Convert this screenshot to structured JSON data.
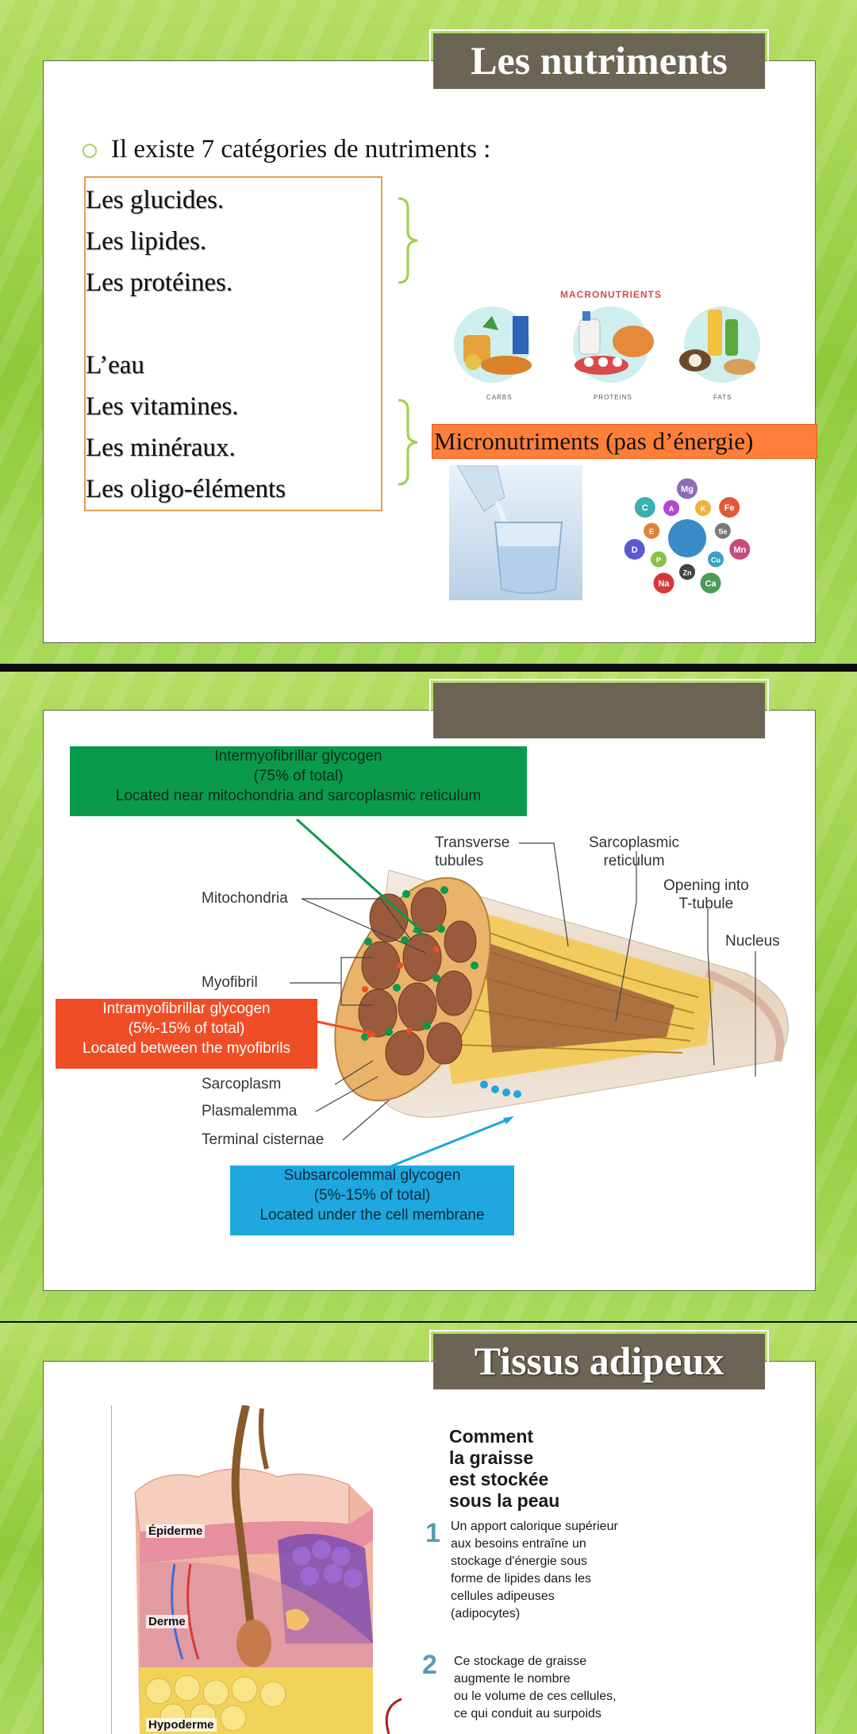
{
  "slide1": {
    "title": "Les nutriments",
    "intro": "Il existe 7 catégories de nutriments :",
    "items": [
      "Les glucides.",
      "Les lipides.",
      "Les protéines.",
      "L’eau",
      "Les vitamines.",
      "Les minéraux.",
      "Les oligo-éléments"
    ],
    "micro_label": "Micronutriments (pas d’énergie)",
    "macro": {
      "title": "MACRONUTRIENTS",
      "captions": [
        "CARBS",
        "PROTEINS",
        "FATS"
      ]
    },
    "minerals": [
      "Mg",
      "K",
      "Fe",
      "Se",
      "Mn",
      "Cu",
      "Ca",
      "Zn",
      "Na",
      "P",
      "D",
      "E",
      "C",
      "A"
    ]
  },
  "slide2": {
    "title": "",
    "intermyo": {
      "line1": "Intermyofibrillar glycogen",
      "line2": "(75% of total)",
      "line3": "Located near mitochondria and sarcoplasmic reticulum"
    },
    "intramyo": {
      "line1": "Intramyofibrillar glycogen",
      "line2": "(5%-15% of total)",
      "line3": "Located between the myofibrils"
    },
    "subsarco": {
      "line1": "Subsarcolemmal glycogen",
      "line2": "(5%-15% of total)",
      "line3": "Located under the cell membrane"
    },
    "labels": {
      "transverse1": "Transverse",
      "transverse2": "tubules",
      "sarco1": "Sarcoplasmic",
      "sarco2": "reticulum",
      "opening1": "Opening into",
      "opening2": "T-tubule",
      "nucleus": "Nucleus",
      "mitochondria": "Mitochondria",
      "myofibril": "Myofibril",
      "sarcoplasm": "Sarcoplasm",
      "plasmalemma": "Plasmalemma",
      "terminal": "Terminal cisternae"
    },
    "colors": {
      "green": "#0a9a4c",
      "red": "#ef4d26",
      "blue": "#1fa7df"
    }
  },
  "slide3": {
    "title": "Tissus adipeux",
    "heading": [
      "Comment",
      "la graisse",
      "est stockée",
      "sous la peau"
    ],
    "step1_num": "1",
    "step1": [
      "Un apport calorique supérieur",
      "aux besoins entraîne un",
      "stockage d'énergie sous",
      "forme de lipides dans les",
      "cellules adipeuses",
      "(adipocytes)"
    ],
    "step2_num": "2",
    "step2": [
      "Ce stockage de graisse",
      "augmente le nombre",
      "ou le volume de ces cellules,",
      "ce qui conduit au surpoids"
    ],
    "skin_labels": {
      "epiderme": "Épiderme",
      "derme": "Derme",
      "hypoderme": "Hypoderme"
    }
  }
}
